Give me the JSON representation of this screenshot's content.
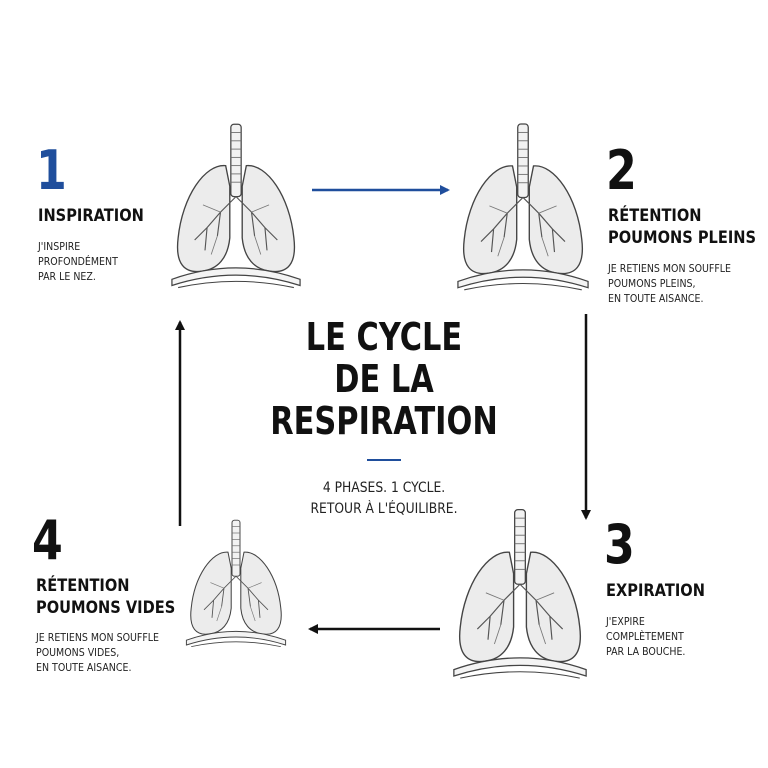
{
  "center": {
    "title_lines": [
      "LE CYCLE",
      "DE LA",
      "RESPIRATION"
    ],
    "subtitle_lines": [
      "4 PHASES. 1 CYCLE.",
      "RETOUR À L'ÉQUILIBRE."
    ]
  },
  "phases": [
    {
      "number": "1",
      "title_lines": [
        "INSPIRATION"
      ],
      "description_lines": [
        "J'INSPIRE",
        "PROFONDÉMENT",
        "PAR LE NEZ."
      ],
      "number_color": "#1f4e9c",
      "icon": "inflating-lungs-icon"
    },
    {
      "number": "2",
      "title_lines": [
        "RÉTENTION",
        "POUMONS PLEINS"
      ],
      "description_lines": [
        "JE RETIENS MON SOUFFLE",
        "POUMONS PLEINS,",
        "EN TOUTE AISANCE."
      ],
      "number_color": "#111111",
      "icon": "full-lungs-icon"
    },
    {
      "number": "3",
      "title_lines": [
        "EXPIRATION"
      ],
      "description_lines": [
        "J'EXPIRE",
        "COMPLÈTEMENT",
        "PAR LA BOUCHE."
      ],
      "number_color": "#111111",
      "icon": "exhaling-lungs-icon"
    },
    {
      "number": "4",
      "title_lines": [
        "RÉTENTION",
        "POUMONS VIDES"
      ],
      "description_lines": [
        "JE RETIENS MON SOUFFLE",
        "POUMONS VIDES,",
        "EN TOUTE AISANCE."
      ],
      "number_color": "#111111",
      "icon": "empty-lungs-icon"
    }
  ],
  "colors": {
    "accent_blue": "#1f4e9c",
    "arrow_dark": "#111111"
  }
}
